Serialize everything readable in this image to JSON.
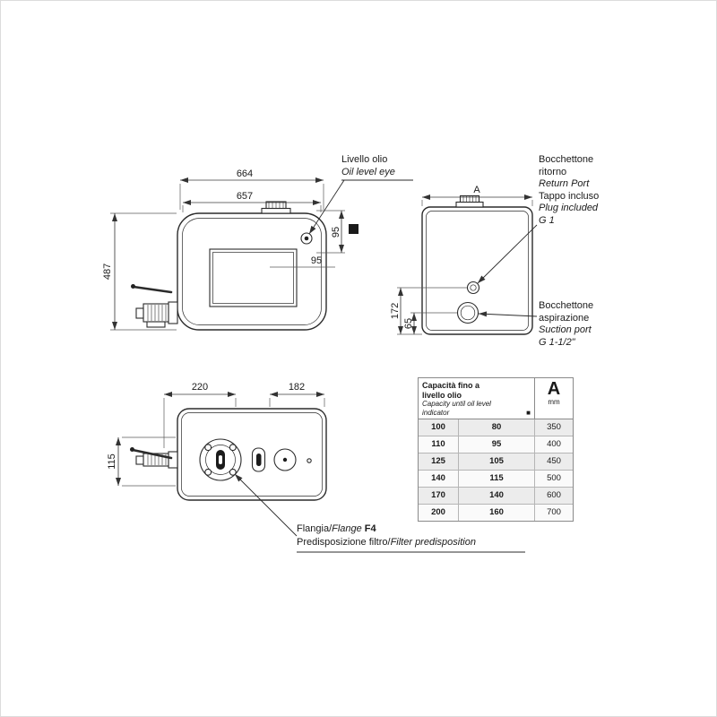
{
  "drawing": {
    "dims": {
      "side_width_outer": "664",
      "side_width_inner": "657",
      "side_height": "487",
      "oil_level_height_v": "95",
      "oil_level_height_h": "95",
      "front_width": "A",
      "return_port_height": "172",
      "suction_port_height": "65",
      "top_width_left": "220",
      "top_width_right": "182",
      "top_height": "115"
    },
    "labels": {
      "oil_level_it": "Livello olio",
      "oil_level_en": "Oil level eye",
      "return_port_it1": "Bocchettone",
      "return_port_it2": "ritorno",
      "return_port_en": "Return Port",
      "plug_it": "Tappo incluso",
      "plug_en": "Plug included",
      "return_thread": "G 1",
      "suction_it1": "Bocchettone",
      "suction_it2": "aspirazione",
      "suction_en": "Suction port",
      "suction_thread": "G 1-1/2\"",
      "flange_it": "Flangia/",
      "flange_en": "Flange",
      "flange_code": "F4",
      "filter_it": "Predisposizione filtro/",
      "filter_en": "Filter predisposition"
    }
  },
  "table": {
    "header": {
      "capacity_it1": "Capacità fino a",
      "capacity_it2": "livello olio",
      "capacity_en1": "Capacity until oil level",
      "capacity_en2": "indicator",
      "marker": "■",
      "col_a": "A",
      "col_a_unit": "mm"
    },
    "rows": [
      {
        "size": "100",
        "capacity": "80",
        "a_mm": "350"
      },
      {
        "size": "110",
        "capacity": "95",
        "a_mm": "400"
      },
      {
        "size": "125",
        "capacity": "105",
        "a_mm": "450"
      },
      {
        "size": "140",
        "capacity": "115",
        "a_mm": "500"
      },
      {
        "size": "170",
        "capacity": "140",
        "a_mm": "600"
      },
      {
        "size": "200",
        "capacity": "160",
        "a_mm": "700"
      }
    ]
  }
}
